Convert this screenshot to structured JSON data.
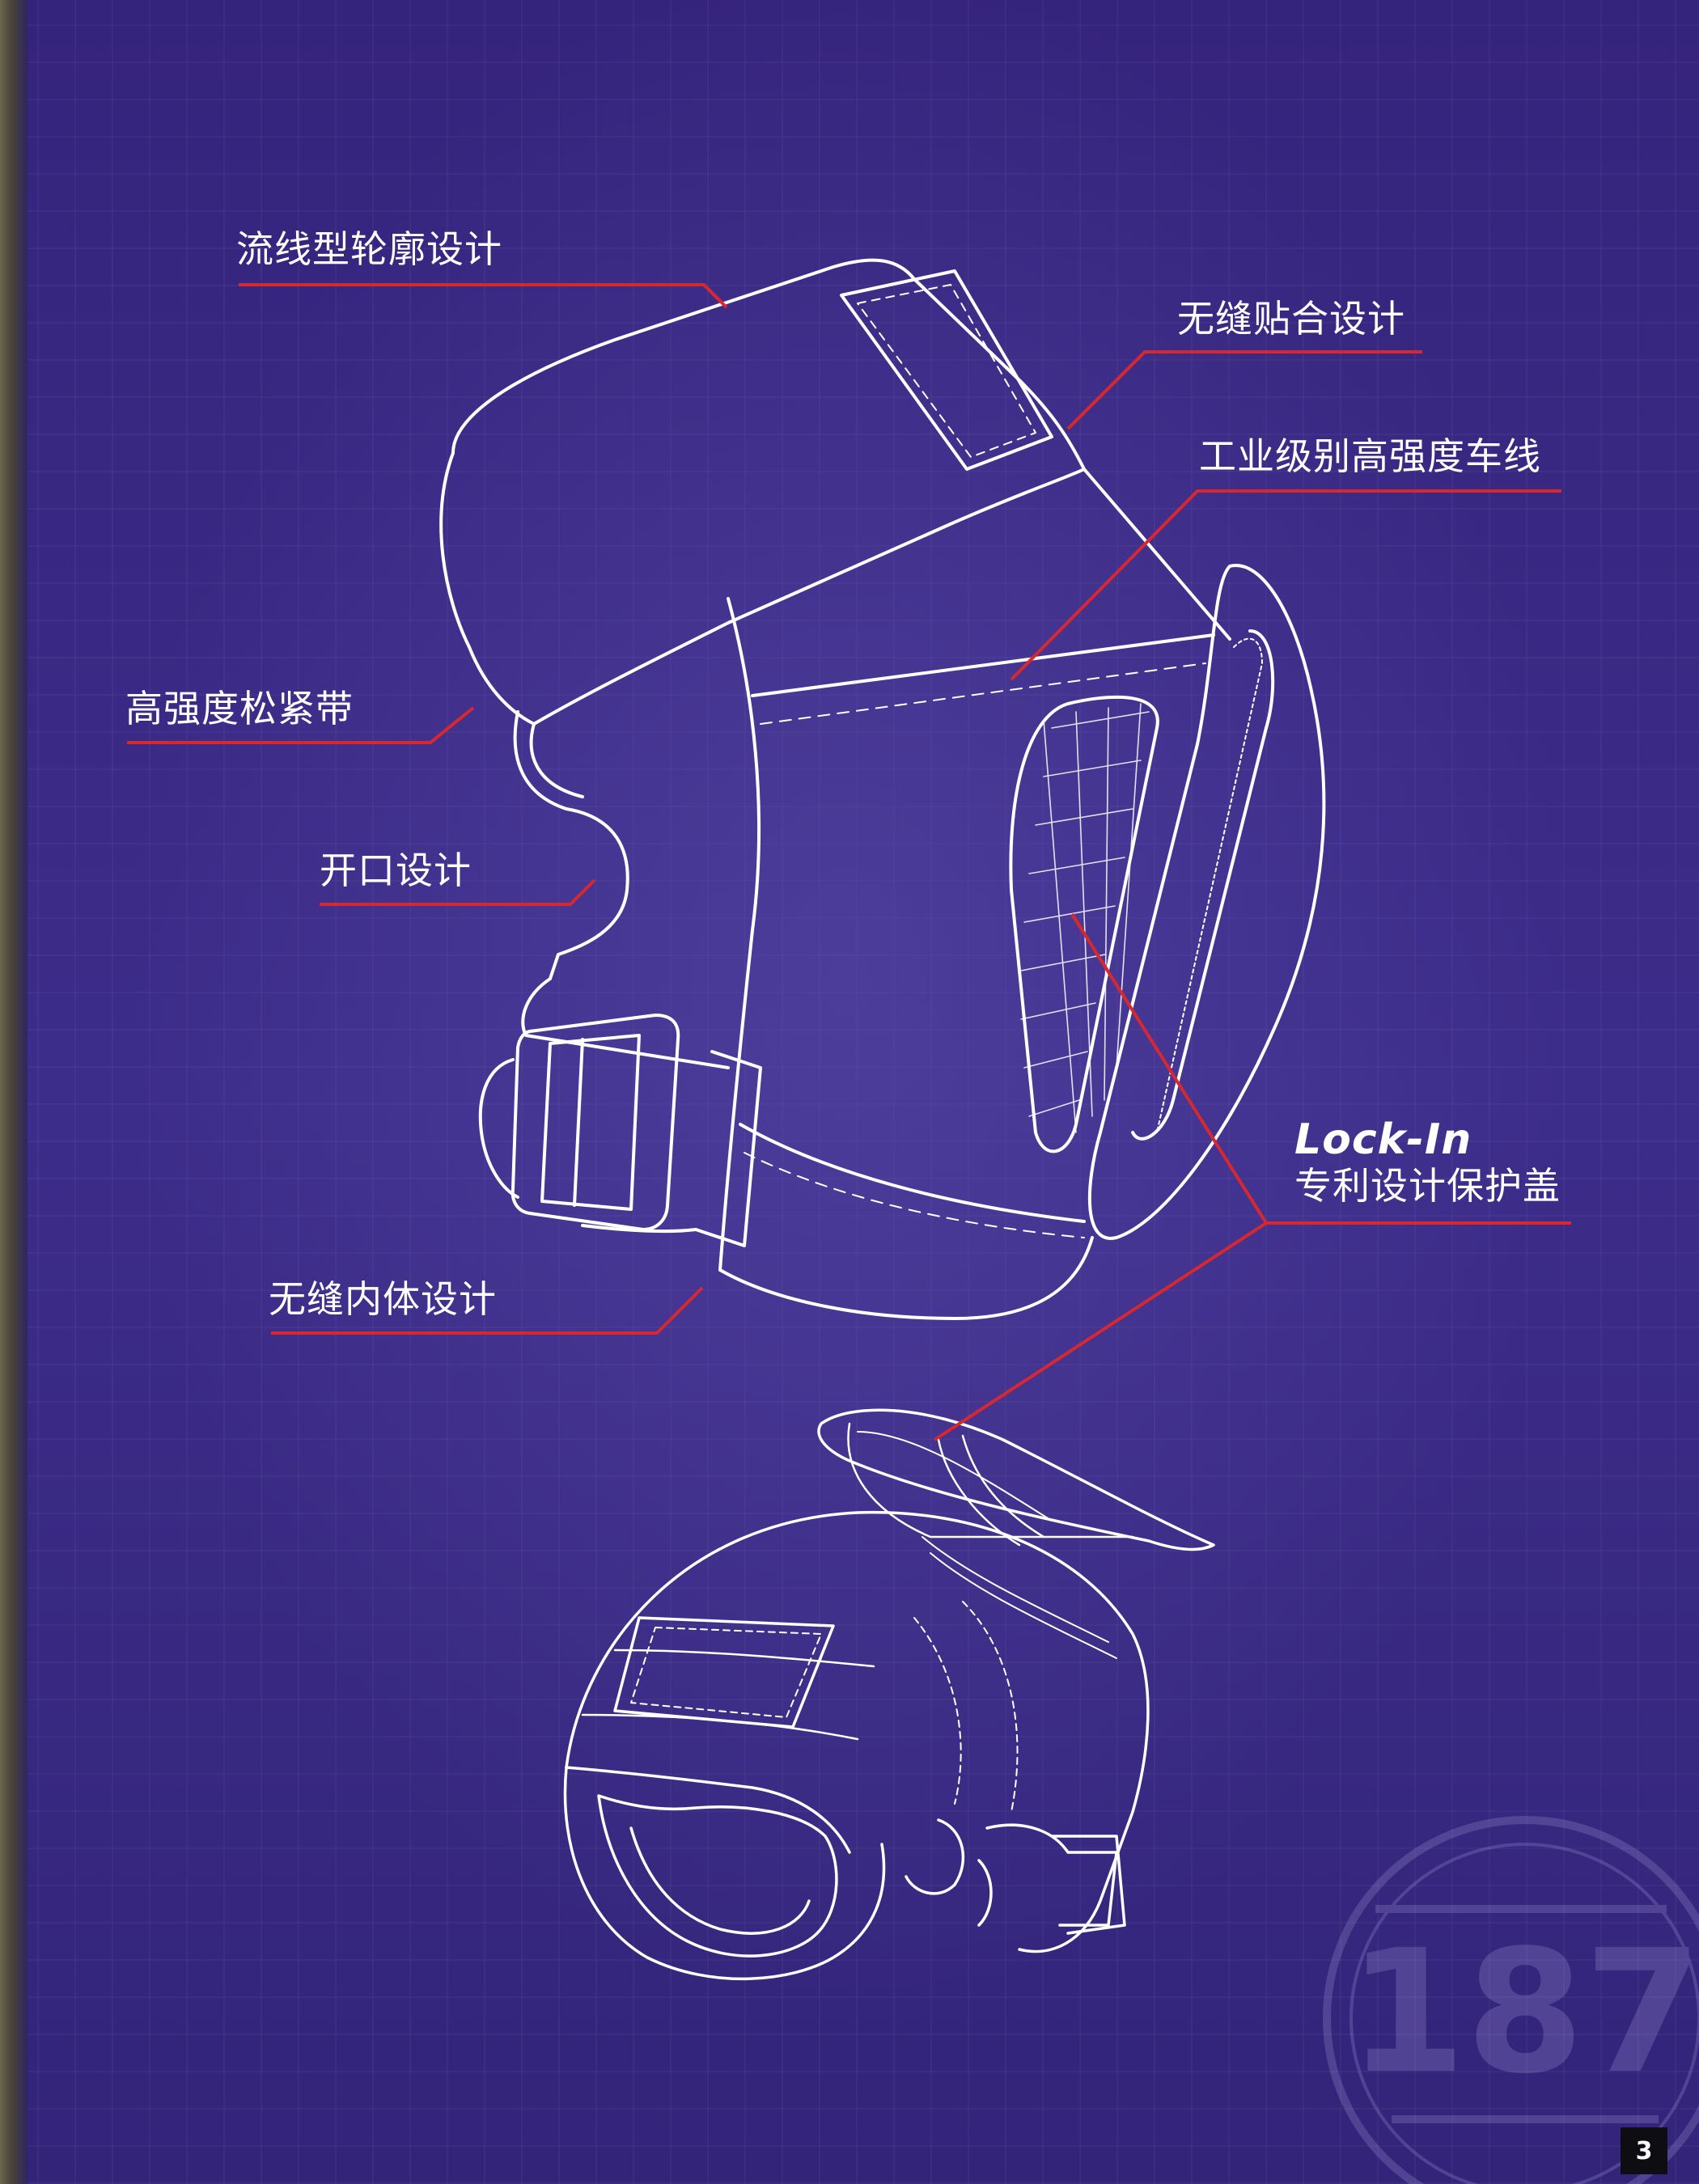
{
  "callouts": {
    "streamlined": "流线型轮廓设计",
    "seamless_fit": "无缝贴合设计",
    "industrial_stitch": "工业级别高强度车线",
    "strap": "高强度松紧带",
    "opening": "开口设计",
    "seamless_inner": "无缝内体设计",
    "lockin_brand": "Lock-In",
    "lockin_desc": "专利设计保护盖"
  },
  "watermark_text": "187",
  "page_number": "3",
  "colors": {
    "background": "#3a2a86",
    "line_art": "#ffffff",
    "leader_lines": "#d7282f",
    "page_badge": "#0d0d12"
  }
}
